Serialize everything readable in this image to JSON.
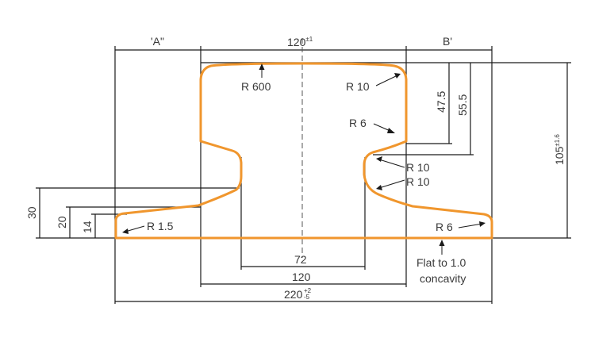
{
  "colors": {
    "profile": "#f0962d",
    "lines": "#1a1a1a",
    "text": "#3a3a3a"
  },
  "labels": {
    "dim_a": "'A\"",
    "dim_b": "B'",
    "head_width": "120",
    "head_width_tol": "±1",
    "height_total": "105",
    "height_total_tol": "±1.6",
    "height_475": "47.5",
    "height_555": "55.5",
    "left_30": "30",
    "left_20": "20",
    "left_14": "14",
    "r600": "R 600",
    "r10_top": "R 10",
    "r6_side": "R 6",
    "r10_a": "R 10",
    "r10_b": "R 10",
    "r15": "R 1.5",
    "r6_foot": "R 6",
    "web_72": "72",
    "base_120": "120",
    "total_220": "220",
    "total_220_tol_top": "+2",
    "total_220_tol_bot": "-5",
    "flat_line1": "Flat to 1.0",
    "flat_line2": "concavity"
  }
}
